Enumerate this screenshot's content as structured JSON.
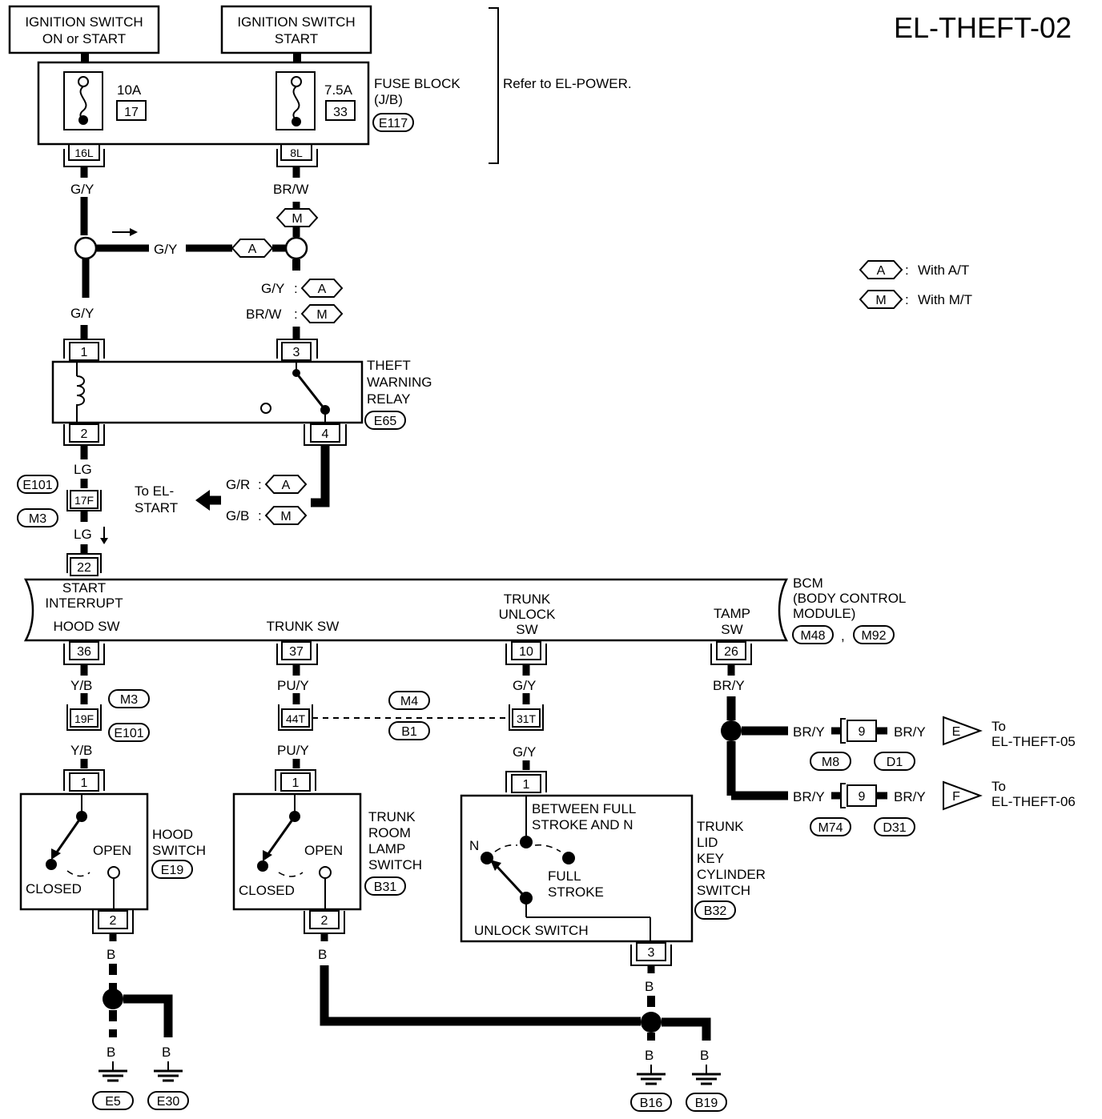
{
  "title": "EL-THEFT-02",
  "sources": {
    "ign_on_start": [
      "IGNITION SWITCH",
      "ON or START"
    ],
    "ign_start": [
      "IGNITION SWITCH",
      "START"
    ]
  },
  "fuse_block": {
    "label": [
      "FUSE BLOCK",
      "(J/B)"
    ],
    "connector": "E117",
    "refer": "Refer to EL-POWER.",
    "fuses": [
      {
        "amps": "10A",
        "number": "17",
        "terminal": "16L"
      },
      {
        "amps": "7.5A",
        "number": "33",
        "terminal": "8L"
      }
    ]
  },
  "legend": [
    {
      "code": "A",
      "text": "With A/T"
    },
    {
      "code": "M",
      "text": "With M/T"
    }
  ],
  "wires": {
    "gy": "G/Y",
    "brw": "BR/W",
    "lg": "LG",
    "gr": "G/R",
    "gb": "G/B",
    "yb": "Y/B",
    "puy": "PU/Y",
    "bry": "BR/Y",
    "b": "B"
  },
  "option_labels": {
    "a": "A",
    "m": "M",
    "e": "E",
    "f": "F"
  },
  "relay": {
    "label": [
      "THEFT",
      "WARNING",
      "RELAY"
    ],
    "connector": "E65",
    "pins": [
      "1",
      "2",
      "3",
      "4"
    ]
  },
  "to_start": [
    "To EL-",
    "START"
  ],
  "joint_connectors": {
    "e101": "E101",
    "m3": "M3",
    "pin17f": "17F",
    "pin19f": "19F",
    "m4": "M4",
    "b1": "B1",
    "pin44t": "44T",
    "pin31t": "31T"
  },
  "bcm": {
    "label": [
      "BCM",
      "(BODY CONTROL",
      "MODULE)"
    ],
    "connectors": [
      "M48",
      "M92"
    ],
    "separator": ",",
    "pin_top": "22",
    "terminals": [
      {
        "name": [
          "START",
          "INTERRUPT"
        ],
        "pin": ""
      },
      {
        "name": [
          "HOOD SW"
        ],
        "pin": "36"
      },
      {
        "name": [
          "TRUNK SW"
        ],
        "pin": "37"
      },
      {
        "name": [
          "TRUNK",
          "UNLOCK",
          "SW"
        ],
        "pin": "10"
      },
      {
        "name": [
          "TAMP",
          "SW"
        ],
        "pin": "26"
      }
    ]
  },
  "hood_switch": {
    "label": [
      "HOOD",
      "SWITCH"
    ],
    "connector": "E19",
    "open": "OPEN",
    "closed": "CLOSED",
    "pins": [
      "1",
      "2"
    ]
  },
  "trunk_room": {
    "label": [
      "TRUNK",
      "ROOM",
      "LAMP",
      "SWITCH"
    ],
    "connector": "B31",
    "open": "OPEN",
    "closed": "CLOSED",
    "pins": [
      "1",
      "2"
    ]
  },
  "trunk_lid": {
    "label": [
      "TRUNK",
      "LID",
      "KEY",
      "CYLINDER",
      "SWITCH"
    ],
    "connector": "B32",
    "between": [
      "BETWEEN FULL",
      "STROKE AND N"
    ],
    "n": "N",
    "full": [
      "FULL",
      "STROKE"
    ],
    "unlock": "UNLOCK SWITCH",
    "pins": [
      "1",
      "3"
    ]
  },
  "tamper_branches": [
    {
      "pin": "9",
      "connectors": [
        "M8",
        "D1"
      ],
      "to": [
        "To",
        "EL-THEFT-05"
      ],
      "code": "E"
    },
    {
      "pin": "9",
      "connectors": [
        "M74",
        "D31"
      ],
      "to": [
        "To",
        "EL-THEFT-06"
      ],
      "code": "F"
    }
  ],
  "grounds": [
    "E5",
    "E30",
    "B16",
    "B19"
  ]
}
